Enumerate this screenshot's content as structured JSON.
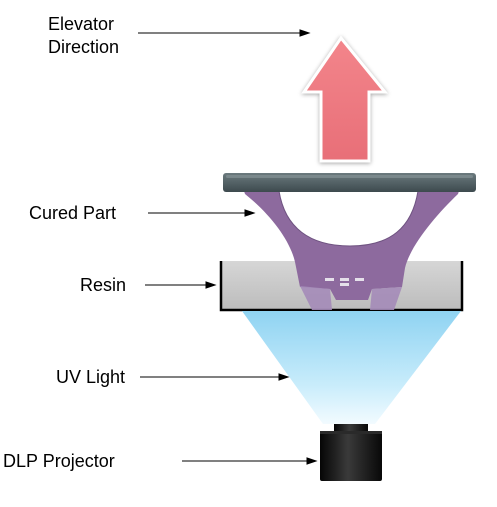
{
  "labels": {
    "elevator_line1": "Elevator",
    "elevator_line2": "Direction",
    "cured_part": "Cured Part",
    "resin": "Resin",
    "uv_light": "UV Light",
    "dlp_projector": "DLP Projector"
  },
  "colors": {
    "arrow_fill": "#ee7b82",
    "arrow_stroke": "#ffffff",
    "platform": "#4b5a5e",
    "cured_part": "#8d6a9e",
    "resin": "#c9c9c9",
    "tank_outline": "#000000",
    "uv_light": "#aee2f6",
    "projector": "#111111"
  }
}
